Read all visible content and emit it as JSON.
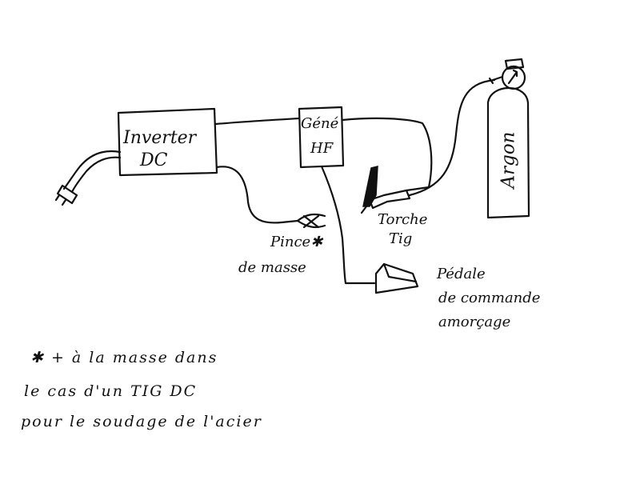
{
  "diagram": {
    "nodes": {
      "inverter": {
        "line1": "Inverter",
        "line2": "DC"
      },
      "hf_generator": {
        "line1": "Géné",
        "line2": "HF"
      },
      "argon": {
        "label": "Argon"
      },
      "torch": {
        "line1": "Torche",
        "line2": "Tig"
      },
      "ground_clamp": {
        "line1": "Pince✱",
        "line2": "de masse"
      },
      "pedal": {
        "line1": "Pédale",
        "line2": "de commande",
        "line3": "amorçage"
      }
    },
    "footnote": {
      "line1": "✱ + à la masse dans",
      "line2": "le cas d'un TIG DC",
      "line3": "pour le soudage de l'acier"
    }
  }
}
